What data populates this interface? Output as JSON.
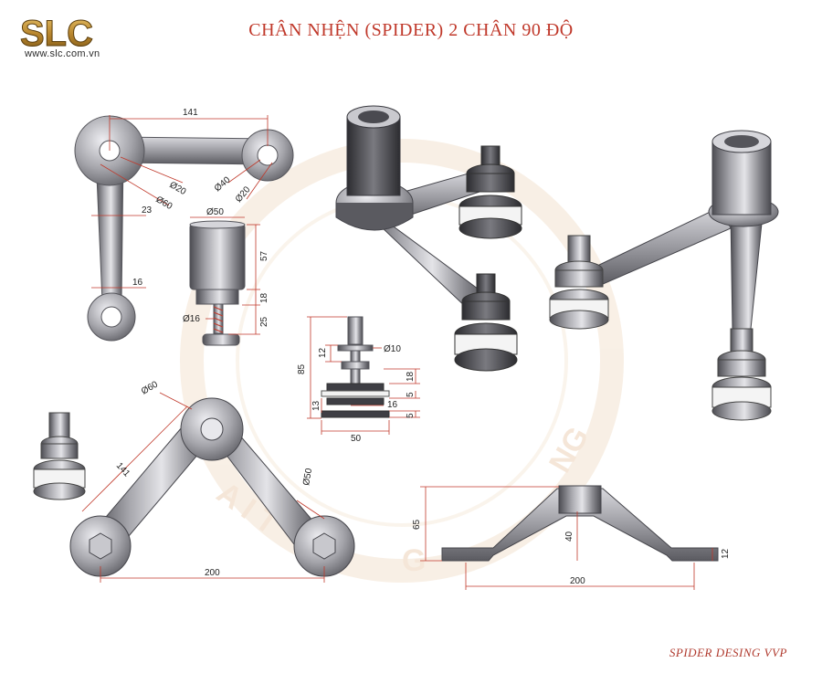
{
  "header": {
    "brand": "SLC",
    "website": "www.slc.com.vn",
    "title": "CHÂN NHỆN (SPIDER) 2 CHÂN 90 ĐỘ"
  },
  "footer": {
    "credit": "SPIDER DESING VVP"
  },
  "watermark": {
    "arc_text_1": "A I T",
    "arc_text_2": "G",
    "arc_text_3": "NG"
  },
  "colors": {
    "title": "#c0392b",
    "metal": "#8e8e94",
    "metal_dark": "#4a4a50",
    "dimension": "#c0392b",
    "brand_gold": "#b8862e"
  },
  "dimensions": {
    "top_view_arm_length": "141",
    "hole_d20_left": "Ø20",
    "hole_d60": "Ø60",
    "hole_d40": "Ø40",
    "hole_d20_right": "Ø20",
    "arm_width_23": "23",
    "arm_width_16": "16",
    "sleeve_diameter": "Ø50",
    "sleeve_height": "57",
    "collar_height": "18",
    "bolt_length": "25",
    "bolt_diameter": "Ø16",
    "fitting_total": "85",
    "fitting_12": "12",
    "fitting_d10": "Ø10",
    "fitting_18": "18",
    "fitting_5a": "5",
    "fitting_16": "16",
    "fitting_13": "13",
    "fitting_5b": "5",
    "fitting_50": "50",
    "plan_hub_d60": "Ø60",
    "plan_arm_141": "141",
    "plan_hole_d50": "Ø50",
    "plan_span_200": "200",
    "side_height_65": "65",
    "side_rise_40": "40",
    "side_thickness_12": "12",
    "side_span_200": "200"
  }
}
